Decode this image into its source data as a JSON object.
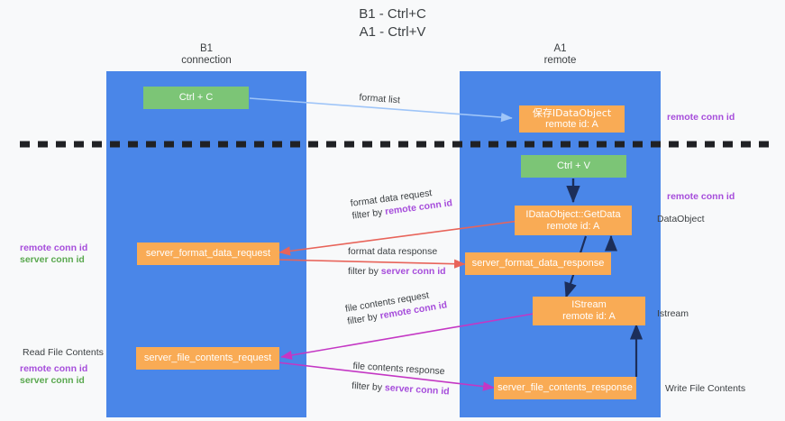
{
  "title": {
    "line1": "B1 - Ctrl+C",
    "line2": "A1 - Ctrl+V"
  },
  "lanes": [
    {
      "name": "B1",
      "subtitle": "connection"
    },
    {
      "name": "A1",
      "subtitle": "remote"
    }
  ],
  "nodes": {
    "ctrl_c": "Ctrl + C",
    "ctrl_v": "Ctrl + V",
    "idataobject_line1": "保存IDataObject",
    "idataobject_line2": "remote id: A",
    "getdata_line1": "IDataObject::GetData",
    "getdata_line2": "remote id: A",
    "istream_line1": "IStream",
    "istream_line2": "remote id: A",
    "server_format_data_request": "server_format_data_request",
    "server_format_data_response": "server_format_data_response",
    "server_file_contents_request": "server_file_contents_request",
    "server_file_contents_response": "server_file_contents_response"
  },
  "arrow_labels": {
    "format_list": "format list",
    "format_data_request": "format data request",
    "format_data_request_filter_prefix": "filter by ",
    "format_data_request_filter_key": "remote conn id",
    "format_data_response": "format data response",
    "format_data_response_filter_prefix": "filter by ",
    "format_data_response_filter_key": "server conn id",
    "file_contents_request": "file contents request",
    "file_contents_request_filter_prefix": "filter by ",
    "file_contents_request_filter_key": "remote conn id",
    "file_contents_response": "file contents response",
    "file_contents_response_filter_prefix": "filter by ",
    "file_contents_response_filter_key": "server conn id"
  },
  "annotations": {
    "left_mid_remote": "remote conn id",
    "left_mid_server": "server conn id",
    "left_read_file_contents": "Read File Contents",
    "left_bottom_remote": "remote conn id",
    "left_bottom_server": "server conn id",
    "right_top_remote": "remote conn id",
    "right_mid_remote": "remote conn id",
    "right_dataobject": "DataObject",
    "right_istream": "Istream",
    "right_write_file_contents": "Write File Contents"
  },
  "colors": {
    "lane": "#4a86e8",
    "orange": "#f9ab55",
    "green": "#7cc576",
    "purple": "#a64ddb",
    "green_text": "#5aa84f",
    "arrow_blue": "#9fc5f8",
    "arrow_red": "#e8645a",
    "arrow_magenta": "#c437c4",
    "arrow_navy": "#1c2e5a",
    "divider": "#202124",
    "background": "#f8f9fa"
  }
}
